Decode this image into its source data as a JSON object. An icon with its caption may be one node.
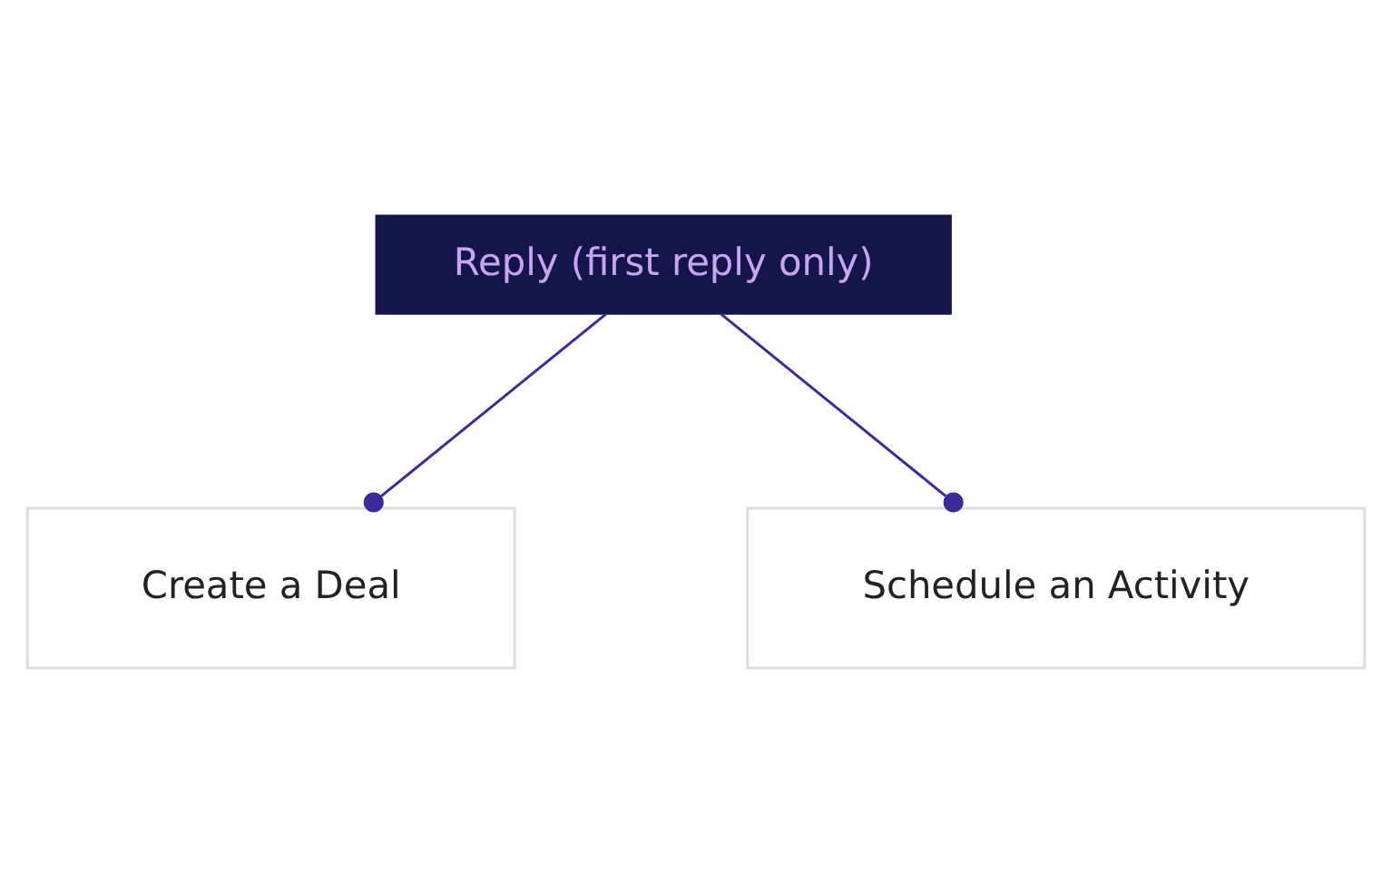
{
  "diagram": {
    "nodes": [
      {
        "text": [
          "Reply (first reply only)"
        ]
      },
      {
        "text": [
          "Create a Deal"
        ]
      },
      {
        "text": [
          "Schedule an Activity"
        ]
      }
    ],
    "edges": [
      {
        "from": 0,
        "to": 1,
        "arrow": "other"
      },
      {
        "from": 0,
        "to": 2,
        "arrow": "other"
      }
    ]
  }
}
